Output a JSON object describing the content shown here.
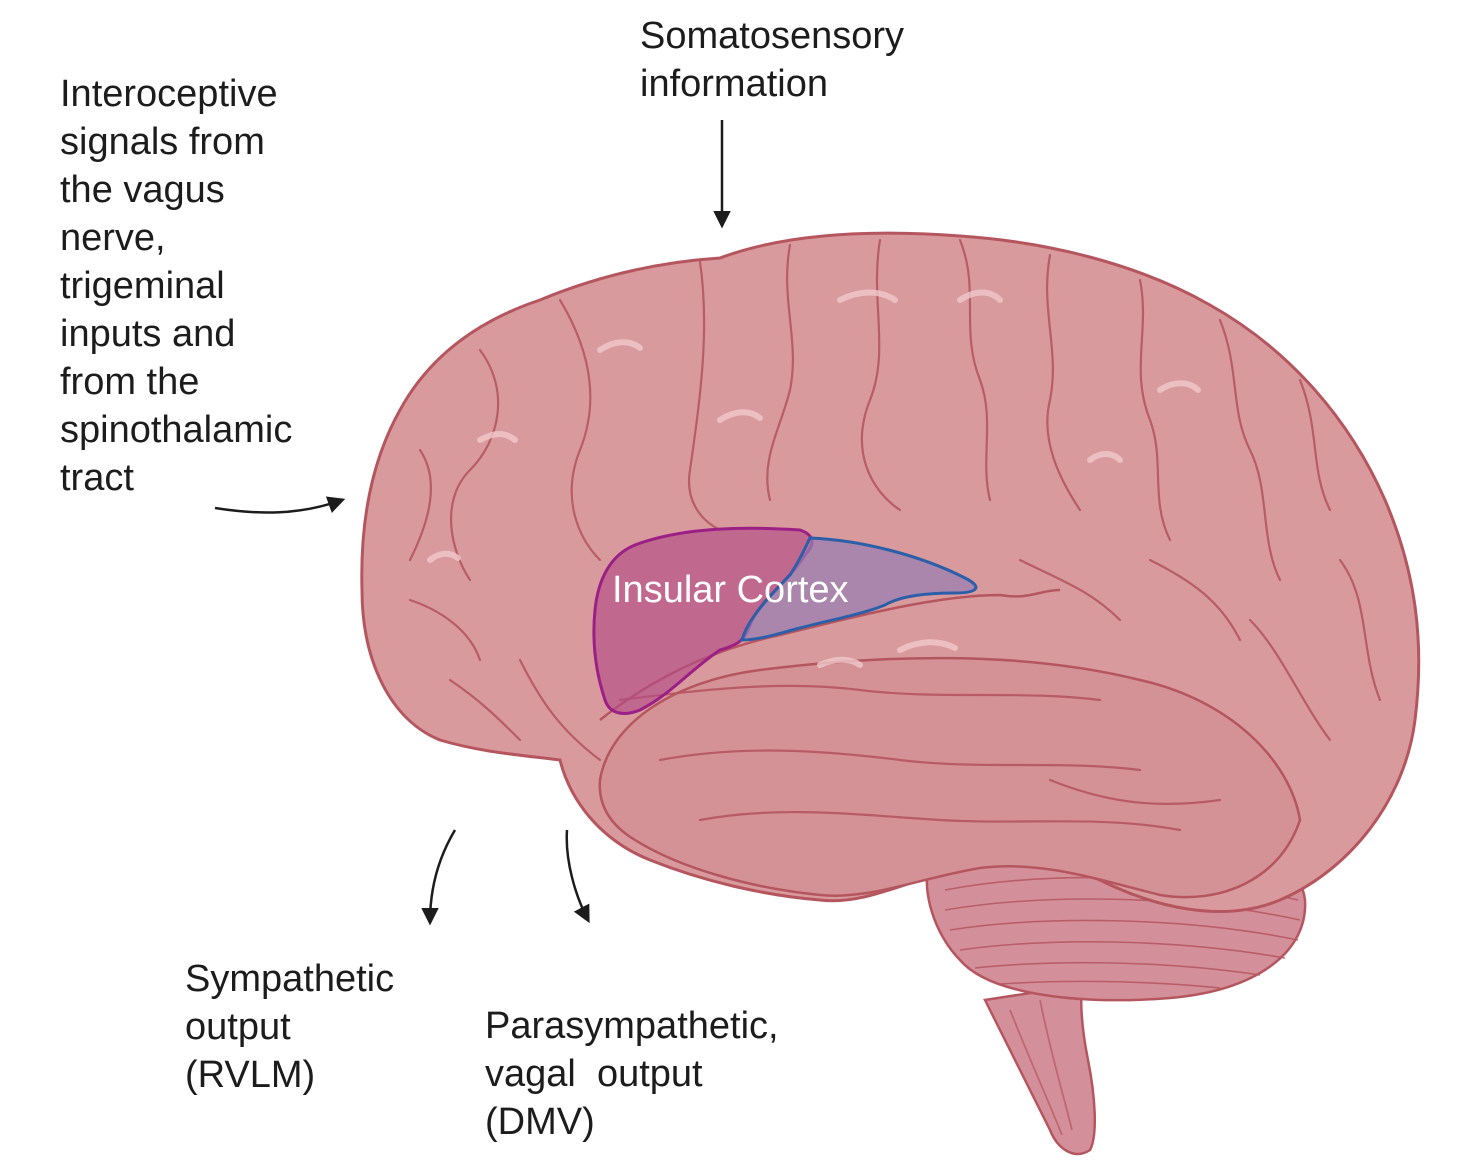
{
  "labels": {
    "interoceptive": "Interoceptive\nsignals from\nthe vagus\nnerve,\ntrigeminal\ninputs and\nfrom the\nspinothalamic\ntract",
    "somatosensory": "Somatosensory\ninformation",
    "insular": "Insular Cortex",
    "sympathetic": "Sympathetic\noutput\n(RVLM)",
    "parasympathetic": "Parasympathetic,\nvagal  output\n(DMV)"
  },
  "colors": {
    "brain_fill": "#d99a9e",
    "brain_outline": "#b5565f",
    "brain_shadow": "#c98288",
    "insula_anterior": "#b44d86",
    "insula_anterior_outline": "#9c1f86",
    "insula_posterior": "#9a7fb0",
    "insula_posterior_outline": "#2d5fa8",
    "arrow": "#1c1c1c",
    "text": "#1c1c1c"
  },
  "icons": [
    "brain-illustration",
    "arrow-icon"
  ]
}
